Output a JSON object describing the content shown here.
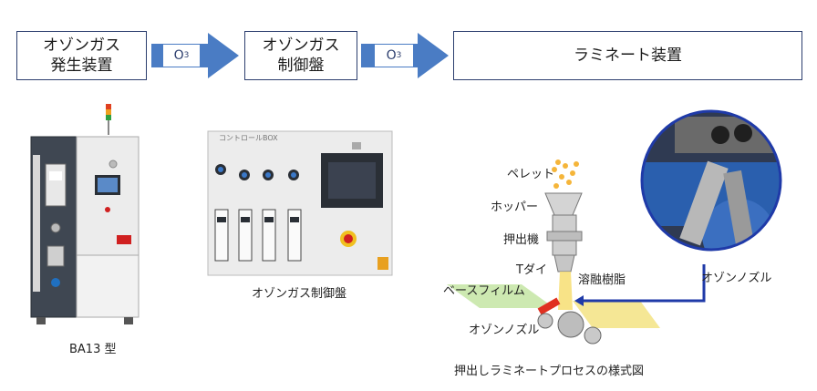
{
  "flow": {
    "ozone_generator": [
      "オゾンガス",
      "発生装置"
    ],
    "gas_1": "O",
    "gas_1_sub": "3",
    "controller": [
      "オゾンガス",
      "制御盤"
    ],
    "gas_2": "O",
    "gas_2_sub": "3",
    "laminator": "ラミネート装置"
  },
  "photos": {
    "generator_caption": "BA13 型",
    "panel_caption": "オゾンガス制御盤",
    "panel_plate": "コントロールBOX",
    "nozzle_caption": "オゾンノズル"
  },
  "process": {
    "pellet": "ペレット",
    "hopper": "ホッパー",
    "extruder": "押出機",
    "t_die": "Tダイ",
    "molten_resin": "溶融樹脂",
    "base_film": "ベースフィルム",
    "ozone_nozzle": "オゾンノズル",
    "caption": "押出しラミネートプロセスの様式図"
  },
  "colors": {
    "box_border": "#2c3e6e",
    "arrow_fill": "#4a7cc4",
    "leader_line": "#1f3aa8"
  }
}
